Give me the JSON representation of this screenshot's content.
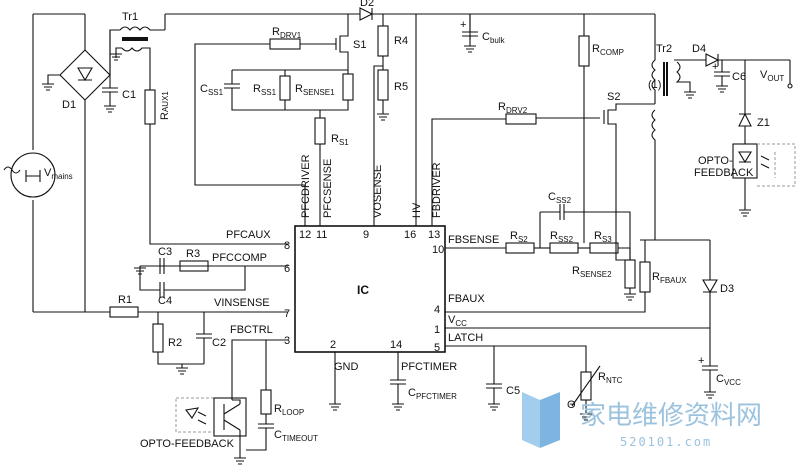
{
  "ic": {
    "name": "IC"
  },
  "pins": {
    "pfcdriver": {
      "num": "12",
      "name": "PFCDRIVER"
    },
    "pfcsense": {
      "num": "11",
      "name": "PFCSENSE"
    },
    "vosense": {
      "num": "9",
      "name": "VOSENSE"
    },
    "hv": {
      "num": "16",
      "name": "HV"
    },
    "fbdriver": {
      "num": "13",
      "name": "FBDRIVER"
    },
    "pfcaux": {
      "num": "8",
      "name": "PFCAUX"
    },
    "pfccomp": {
      "num": "6",
      "name": "PFCCOMP"
    },
    "vinsense": {
      "num": "7",
      "name": "VINSENSE"
    },
    "fbctrl": {
      "num": "3",
      "name": "FBCTRL"
    },
    "gnd": {
      "num": "2",
      "name": "GND"
    },
    "pfctimer": {
      "num": "14",
      "name": "PFCTIMER"
    },
    "fbsense": {
      "num": "10",
      "name": "FBSENSE"
    },
    "fbaux": {
      "num": "4",
      "name": "FBAUX"
    },
    "vcc": {
      "num": "1",
      "name": "V",
      "sub": "CC"
    },
    "latch": {
      "num": "5",
      "name": "LATCH"
    }
  },
  "components": {
    "tr1": "Tr1",
    "d1": "D1",
    "c1": "C1",
    "raux1": {
      "main": "R",
      "sub": "AUX1"
    },
    "vmains": {
      "main": "V",
      "sub": "mains"
    },
    "d2": "D2",
    "rdrv1": {
      "main": "R",
      "sub": "DRV1"
    },
    "s1": "S1",
    "r4": "R4",
    "r5": "R5",
    "cbulk": {
      "main": "C",
      "sub": "bulk"
    },
    "css1": {
      "main": "C",
      "sub": "SS1"
    },
    "rss1": {
      "main": "R",
      "sub": "SS1"
    },
    "rsense1": {
      "main": "R",
      "sub": "SENSE1"
    },
    "rs1": {
      "main": "R",
      "sub": "S1"
    },
    "rcomp": {
      "main": "R",
      "sub": "COMP"
    },
    "tr2": "Tr2",
    "d4": "D4",
    "c6": "C6",
    "vout": {
      "main": "V",
      "sub": "OUT"
    },
    "tr2_mark": "(1)",
    "rdrv2": {
      "main": "R",
      "sub": "DRV2"
    },
    "s2": "S2",
    "z1": "Z1",
    "opto_fb_right": [
      "OPTO-",
      "FEEDBACK"
    ],
    "css2": {
      "main": "C",
      "sub": "SS2"
    },
    "rs2": {
      "main": "R",
      "sub": "S2"
    },
    "rss2": {
      "main": "R",
      "sub": "SS2"
    },
    "rs3": {
      "main": "R",
      "sub": "S3"
    },
    "rsense2": {
      "main": "R",
      "sub": "SENSE2"
    },
    "rfbaux": {
      "main": "R",
      "sub": "FBAUX"
    },
    "d3": "D3",
    "c3": "C3",
    "r3": "R3",
    "c4": "C4",
    "r1": "R1",
    "r2": "R2",
    "c2": "C2",
    "rloop": {
      "main": "R",
      "sub": "LOOP"
    },
    "ctimeout": {
      "main": "C",
      "sub": "TIMEOUT"
    },
    "opto_fb_left": "OPTO-FEEDBACK",
    "cpfctimer": {
      "main": "C",
      "sub": "PFCTIMER"
    },
    "c5": "C5",
    "rntc": {
      "main": "R",
      "sub": "NTC"
    },
    "theta": "Θ",
    "cvcc": {
      "main": "C",
      "sub": "VCC"
    }
  },
  "watermark": {
    "text": "家电维修资料网",
    "url": "520101.com"
  }
}
